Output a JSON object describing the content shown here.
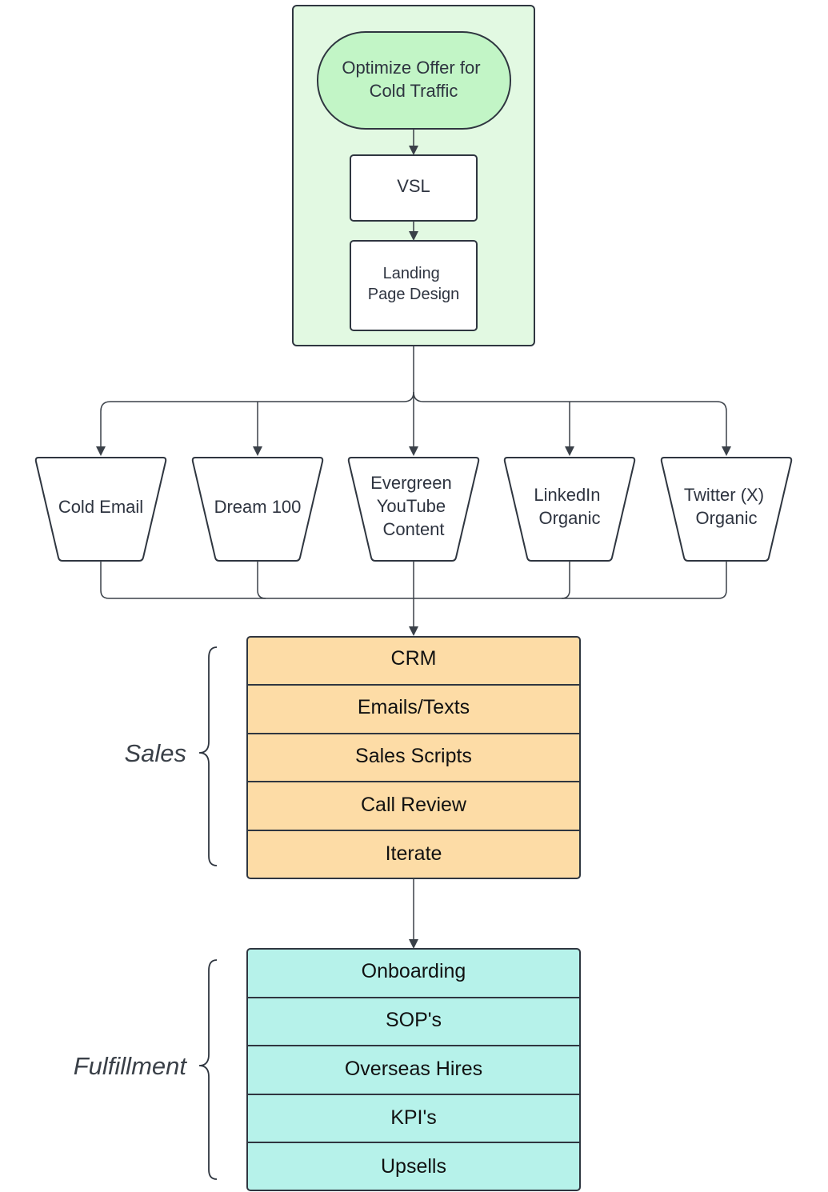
{
  "colors": {
    "top_group_fill": "#e2f9e2",
    "terminator_fill": "#c2f5c6",
    "sales_fill": "#fddca6",
    "fulfillment_fill": "#b6f2ea",
    "stroke": "#2f3640"
  },
  "top_group": {
    "start_label": [
      "Optimize Offer for",
      "Cold Traffic"
    ],
    "vsl_label": "VSL",
    "landing_label": [
      "Landing",
      "Page Design"
    ]
  },
  "channels": [
    {
      "lines": [
        "Cold Email"
      ]
    },
    {
      "lines": [
        "Dream 100"
      ]
    },
    {
      "lines": [
        "Evergreen",
        "YouTube",
        "Content"
      ]
    },
    {
      "lines": [
        "LinkedIn",
        "Organic"
      ]
    },
    {
      "lines": [
        "Twitter (X)",
        "Organic"
      ]
    }
  ],
  "sales": {
    "label": "Sales",
    "items": [
      "CRM",
      "Emails/Texts",
      "Sales Scripts",
      "Call Review",
      "Iterate"
    ]
  },
  "fulfillment": {
    "label": "Fulfillment",
    "items": [
      "Onboarding",
      "SOP's",
      "Overseas Hires",
      "KPI's",
      "Upsells"
    ]
  }
}
